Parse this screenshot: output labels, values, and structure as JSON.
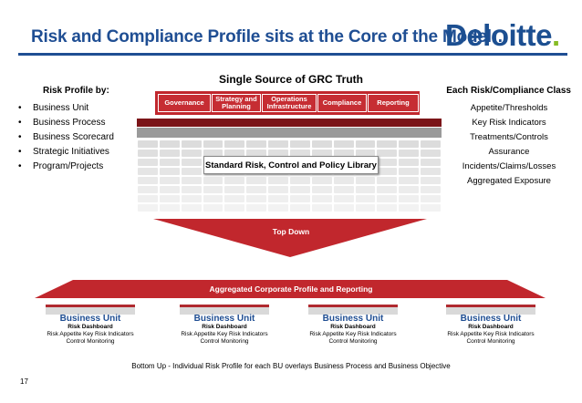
{
  "header": {
    "title": "Risk and Compliance Profile sits at the Core of the Model…",
    "logo_text": "Deloitte",
    "logo_dot": ".",
    "subtitle": "Single Source of GRC Truth"
  },
  "left_panel": {
    "heading": "Risk Profile by:",
    "items": [
      "Business Unit",
      "Business Process",
      "Business Scorecard",
      "Strategic Initiatives",
      "Program/Projects"
    ]
  },
  "right_panel": {
    "heading": "Each Risk/Compliance Class",
    "items": [
      "Appetite/Thresholds",
      "Key Risk Indicators",
      "Treatments/Controls",
      "Assurance",
      "Incidents/Claims/Losses",
      "Aggregated Exposure"
    ]
  },
  "grc_header": {
    "items": [
      "Governance",
      "Strategy and Planning",
      "Operations Infrastructure",
      "Compliance",
      "Reporting"
    ]
  },
  "library_label": "Standard Risk, Control and Policy Library",
  "top_down_label": "Top Down",
  "aggregated_label": "Aggregated Corporate Profile and Reporting",
  "business_units": [
    {
      "name": "Business Unit",
      "dashboard": "Risk Dashboard",
      "line1": "Risk Appetite  Key Risk Indicators",
      "line2": "Control Monitoring"
    },
    {
      "name": "Business Unit",
      "dashboard": "Risk Dashboard",
      "line1": "Risk Appetite  Key Risk Indicators",
      "line2": "Control Monitoring"
    },
    {
      "name": "Business Unit",
      "dashboard": "Risk Dashboard",
      "line1": "Risk Appetite  Key Risk Indicators",
      "line2": "Control Monitoring"
    },
    {
      "name": "Business Unit",
      "dashboard": "Risk Dashboard",
      "line1": "Risk Appetite  Key Risk Indicators",
      "line2": "Control Monitoring"
    }
  ],
  "bottom_text": "Bottom Up - Individual Risk Profile for each BU overlays Business Process and Business Objective",
  "page_number": "17",
  "colors": {
    "primary_blue": "#1f4e93",
    "accent_red": "#c1272d",
    "dark_red": "#7b1418",
    "logo_green": "#86bc25"
  }
}
